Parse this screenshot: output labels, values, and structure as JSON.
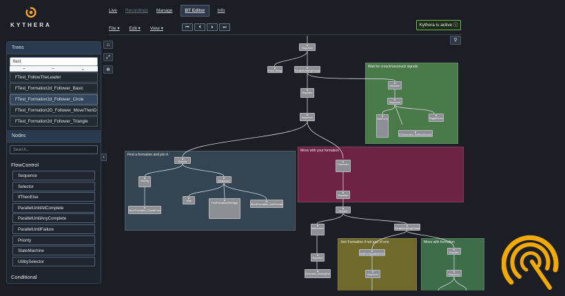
{
  "brand": {
    "name": "KYTHERA",
    "accent": "#f5a623"
  },
  "nav": {
    "tabs": [
      "Live",
      "Recordings",
      "Manage",
      "BT Editor",
      "Info"
    ],
    "active": "BT Editor"
  },
  "menu": {
    "file": "File ▾",
    "edit": "Edit ▾",
    "view": "View ▾"
  },
  "transport": [
    "⏮",
    "⏴",
    "⏵",
    "⏭"
  ],
  "status": {
    "text": "Kythera is active ⓘ",
    "color": "#6cbf4b"
  },
  "trees": {
    "title": "Trees",
    "search_value": "ftest",
    "items": [
      "FTest_FollowTheLeader",
      "FTest_Formation2d_Follower_Basic",
      "FTest_Formation2d_Follower_Circle",
      "FTest_Formation2D_Follower_MoveThenD",
      "FTest_Formation2d_Follower_Triangle"
    ],
    "selected": "FTest_Formation2d_Follower_Circle"
  },
  "nodes": {
    "title": "Nodes",
    "search_placeholder": "Search...",
    "category_flow": "FlowControl",
    "flow_items": [
      "Sequence",
      "Selector",
      "IfThenElse",
      "ParallelUntilAllComplete",
      "ParallelUntilAnyComplete",
      "ParallelUntilFailure",
      "Priority",
      "StateMachine",
      "UtilitySelector"
    ],
    "category_cond": "Conditional"
  },
  "graph": {
    "groups": {
      "wait": "Wait for crouch/uncrouch signals",
      "find": "Find a formation and join it",
      "move": "Move with your formation",
      "join": "Join Formation if not part of one",
      "formation": "Move with formation"
    },
    "nodes": {
      "root": "Sequence",
      "delay": "Fixed_Delay",
      "parallel": "ParallelUntilAnyComplete",
      "repeater": "Repeater",
      "sequence": "Sequence",
      "w_repeater": "Repeater",
      "w_sequence": "Sequence",
      "w_wait": "WaitForSignal",
      "w_crouch": "ToggleCrouch",
      "w_setting": "ECDecorator_SetBlackboardValue",
      "f_selector": "Selector",
      "f_hastag": "HasTag",
      "f_sequence": "Sequence",
      "f_move": "MoveFormation_GoodsFormation",
      "f_wait": "Wait",
      "f_find": "FindFormationWithTags",
      "f_join": "BlendFormation_JoinFormation",
      "m_decorator": "Decorator",
      "m_repeater": "Repeater",
      "m_selector": "Selector",
      "b_ismember": "IsMemberOf",
      "b_repeater": "Repeater",
      "b_deco": "Decorator_SharingFormation",
      "b_parallel": "ParallelUntilAnyComplete",
      "j_tagwait": "WaitForSignalWithTimeout",
      "j_sequence": "Sequence",
      "fm_repeater": "Repeater",
      "fm_sequence": "Sequence"
    }
  }
}
